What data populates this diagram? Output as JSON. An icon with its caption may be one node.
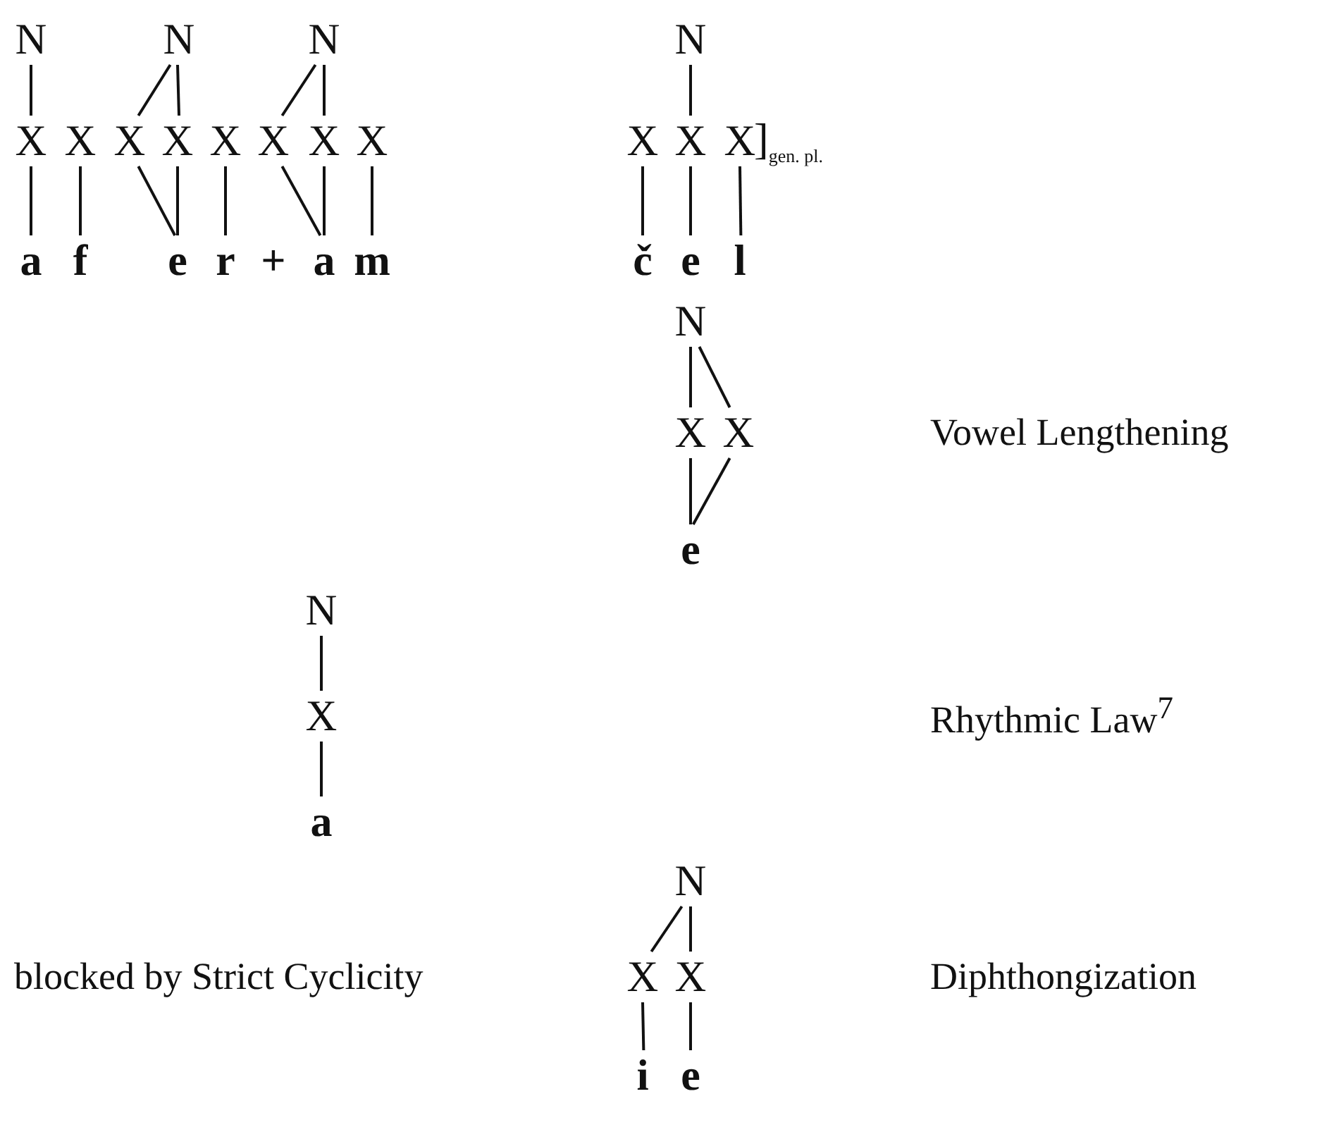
{
  "diagram": {
    "nodes": [
      {
        "text": [
          "N"
        ]
      },
      {
        "text": [
          "N"
        ]
      },
      {
        "text": [
          "N"
        ]
      },
      {
        "text": [
          "N"
        ]
      },
      {
        "text": [
          "X"
        ]
      },
      {
        "text": [
          "X"
        ]
      },
      {
        "text": [
          "X"
        ]
      },
      {
        "text": [
          "X"
        ]
      },
      {
        "text": [
          "X"
        ]
      },
      {
        "text": [
          "X"
        ]
      },
      {
        "text": [
          "X"
        ]
      },
      {
        "text": [
          "X"
        ]
      },
      {
        "text": [
          "X"
        ]
      },
      {
        "text": [
          "X"
        ]
      },
      {
        "text": [
          "X"
        ],
        "beside": [
          "]$_{gen. pl.}$"
        ]
      },
      {
        "text": [
          "a"
        ]
      },
      {
        "text": [
          "f"
        ]
      },
      {
        "text": [
          "e"
        ]
      },
      {
        "text": [
          "r"
        ]
      },
      {
        "text": [
          "a"
        ]
      },
      {
        "text": [
          "m"
        ]
      },
      {
        "text": [
          "č"
        ]
      },
      {
        "text": [
          "e"
        ]
      },
      {
        "text": [
          "l"
        ]
      },
      {
        "text": [
          "N"
        ]
      },
      {
        "text": [
          "X"
        ]
      },
      {
        "text": [
          "X"
        ]
      },
      {
        "text": [
          "e"
        ]
      },
      {
        "text": [
          "N"
        ]
      },
      {
        "text": [
          "X"
        ]
      },
      {
        "text": [
          "a"
        ]
      },
      {
        "text": [
          "N"
        ]
      },
      {
        "text": [
          "X"
        ]
      },
      {
        "text": [
          "X"
        ]
      },
      {
        "text": [
          "i"
        ]
      },
      {
        "text": [
          "e"
        ]
      }
    ],
    "edges": [
      {
        "from": 0,
        "to": 4,
        "arrow": "none"
      },
      {
        "from": 1,
        "to": 6,
        "arrow": "none"
      },
      {
        "from": 1,
        "to": 7,
        "arrow": "none"
      },
      {
        "from": 2,
        "to": 9,
        "arrow": "none"
      },
      {
        "from": 2,
        "to": 10,
        "arrow": "none"
      },
      {
        "from": 3,
        "to": 13,
        "arrow": "none"
      },
      {
        "from": 4,
        "to": 15,
        "arrow": "none"
      },
      {
        "from": 5,
        "to": 16,
        "arrow": "none"
      },
      {
        "from": 6,
        "to": 17,
        "arrow": "none"
      },
      {
        "from": 7,
        "to": 17,
        "arrow": "none"
      },
      {
        "from": 8,
        "to": 18,
        "arrow": "none"
      },
      {
        "from": 9,
        "to": 19,
        "arrow": "none"
      },
      {
        "from": 10,
        "to": 19,
        "arrow": "none"
      },
      {
        "from": 11,
        "to": 20,
        "arrow": "none"
      },
      {
        "from": 12,
        "to": 21,
        "arrow": "none"
      },
      {
        "from": 13,
        "to": 22,
        "arrow": "none"
      },
      {
        "from": 14,
        "to": 23,
        "arrow": "none"
      },
      {
        "from": 24,
        "to": 25,
        "arrow": "none"
      },
      {
        "from": 24,
        "to": 26,
        "arrow": "none"
      },
      {
        "from": 25,
        "to": 27,
        "arrow": "none"
      },
      {
        "from": 26,
        "to": 27,
        "arrow": "none"
      },
      {
        "from": 28,
        "to": 29,
        "arrow": "none"
      },
      {
        "from": 29,
        "to": 30,
        "arrow": "none"
      },
      {
        "from": 31,
        "to": 32,
        "arrow": "none"
      },
      {
        "from": 31,
        "to": 33,
        "arrow": "none"
      },
      {
        "from": 32,
        "to": 34,
        "arrow": "none"
      },
      {
        "from": 33,
        "to": 35,
        "arrow": "none"
      }
    ],
    "labels": [
      "+",
      "Vowel Lengthening",
      "Rhythmic Law$^{7}$",
      "blocked by Strict Cyclicity",
      "Diphthongization"
    ]
  }
}
